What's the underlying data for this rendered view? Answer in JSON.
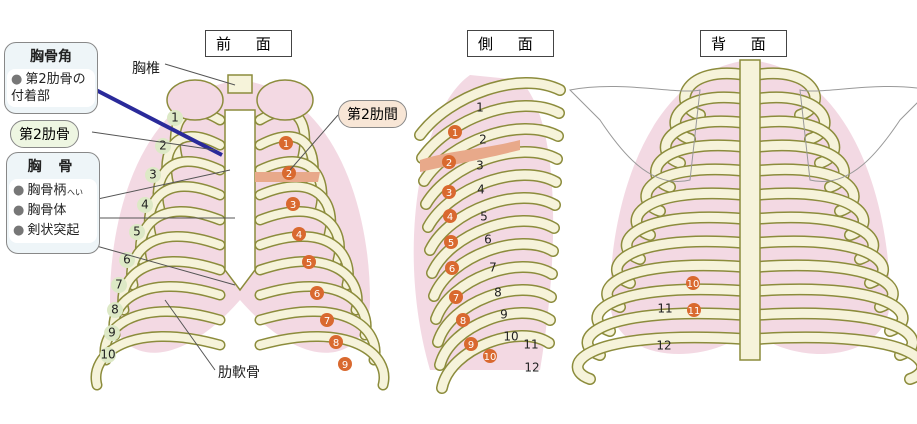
{
  "views": {
    "front": "前 面",
    "side": "側 面",
    "back": "背 面"
  },
  "sternal_angle": {
    "title": "胸骨角",
    "item": "第2肋骨の付着部"
  },
  "second_rib": "第2肋骨",
  "sternum": {
    "title": "胸 骨",
    "items": [
      "胸骨柄",
      "胸骨体",
      "剣状突起"
    ],
    "ruby": "へい"
  },
  "thoracic_vertebra": "胸椎",
  "second_intercostal": "第2肋間",
  "costal_cartilage": "肋軟骨",
  "front_numbers": [
    "1",
    "2",
    "3",
    "4",
    "5",
    "6",
    "7",
    "8",
    "9",
    "10"
  ],
  "front_spaces": [
    "1",
    "2",
    "3",
    "4",
    "5",
    "6",
    "7",
    "8",
    "9"
  ],
  "side_numbers": [
    "1",
    "2",
    "3",
    "4",
    "5",
    "6",
    "7",
    "8",
    "9",
    "10",
    "11",
    "12"
  ],
  "side_spaces": [
    "1",
    "2",
    "3",
    "4",
    "5",
    "6",
    "7",
    "8",
    "9",
    "10"
  ],
  "back_numbers": [
    "11",
    "12"
  ],
  "back_spaces": [
    "10",
    "11"
  ],
  "colors": {
    "bone": "#f6f3da",
    "outline": "#8c8c3c",
    "pink": "#f3d9e3",
    "orange": "#d9692f",
    "bubble": "#dde9c6",
    "highlight": "#e8a98a"
  }
}
